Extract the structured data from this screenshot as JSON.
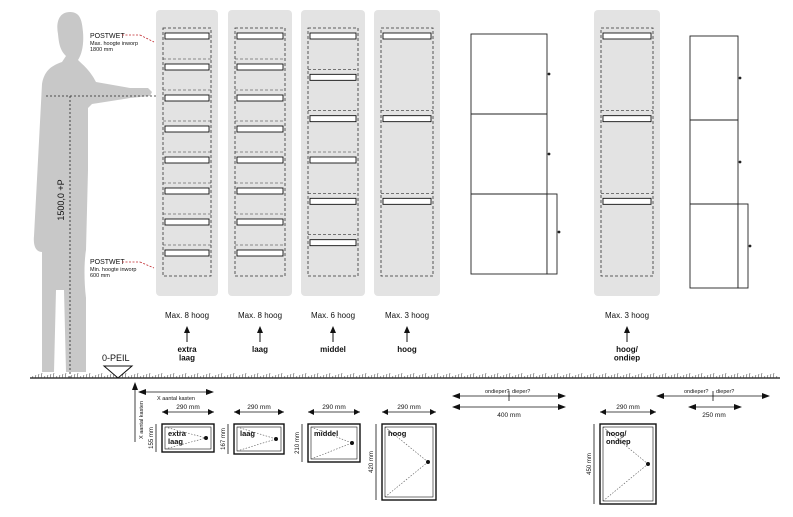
{
  "legal": {
    "max": {
      "title": "POSTWET",
      "line1": "Max. hoogte inworp",
      "line2": "1800 mm"
    },
    "min": {
      "title": "POSTWET",
      "line1": "Min. hoogte inworp",
      "line2": "600 mm"
    }
  },
  "height_label": "1500,0 +P",
  "zero_label": "0-PEIL",
  "capacity": [
    {
      "label": "Max. 8 hoog",
      "slots": 8,
      "type": "extra\nlaag"
    },
    {
      "label": "Max. 8 hoog",
      "slots": 8,
      "type": "laag"
    },
    {
      "label": "Max. 6 hoog",
      "slots": 6,
      "type": "middel"
    },
    {
      "label": "Max. 3 hoog",
      "slots": 3,
      "type": "hoog"
    },
    {
      "label": "Max. 3 hoog",
      "slots": 3,
      "type": "hoog/\nondiep"
    }
  ],
  "dims": {
    "stack_width": "X aantal kasten",
    "column_height": "X aantal kasten",
    "width_290": "290 mm",
    "depth_400": "400 mm",
    "depth_250": "250 mm",
    "depth_q1": "ondieper?",
    "depth_q2": "dieper?"
  },
  "boxes": [
    {
      "type": "extra\nlaag",
      "height": "155 mm"
    },
    {
      "type": "laag",
      "height": "167 mm"
    },
    {
      "type": "middel",
      "height": "210 mm"
    },
    {
      "type": "hoog",
      "height": "420 mm"
    },
    {
      "type": "hoog/\nondiep",
      "height": "450 mm"
    }
  ],
  "colors": {
    "panel": "#e3e3e3",
    "line": "#222222",
    "dash": "#333333",
    "person": "#c8c8c8",
    "red": "#c0272d"
  }
}
